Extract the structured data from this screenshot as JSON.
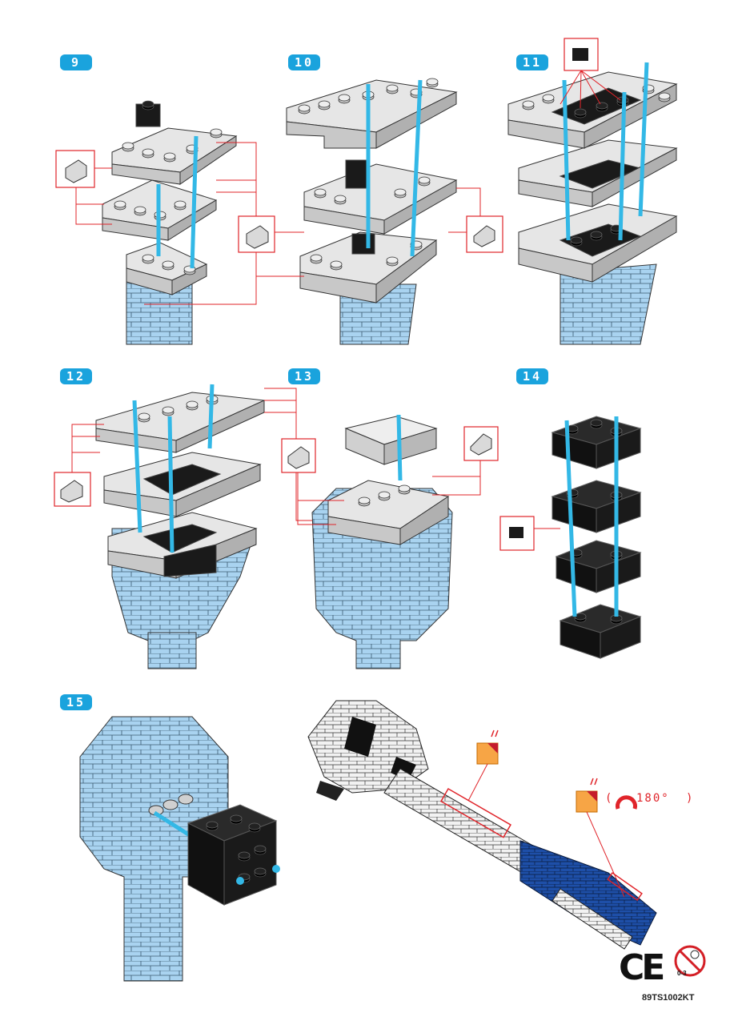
{
  "steps": [
    {
      "number": "9"
    },
    {
      "number": "10"
    },
    {
      "number": "11"
    },
    {
      "number": "12"
    },
    {
      "number": "13"
    },
    {
      "number": "14"
    },
    {
      "number": "15"
    }
  ],
  "rotation": {
    "open": "(",
    "value": "180°",
    "close": ")"
  },
  "certification": {
    "ce_mark": "CE",
    "age_warning": "0-3"
  },
  "product_code": "89TS1002KT",
  "colors": {
    "step_badge": "#1aa3dd",
    "callout_red": "#e0242a",
    "brick_light": "#e6e6e6",
    "brick_dark": "#1a1a1a",
    "tower_blue": "#a9d3f0",
    "handle_blue": "#1e4fa8",
    "axle_cyan": "#33b8e6",
    "sticker_orange": "#f7a545"
  }
}
